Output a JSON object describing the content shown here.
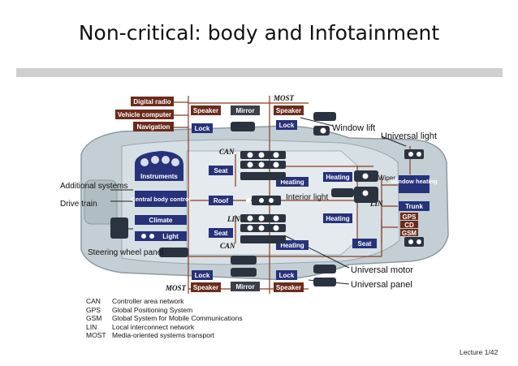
{
  "slide": {
    "title": "Non-critical: body and Infotainment",
    "footer": "Lecture 1/42"
  },
  "colors": {
    "navy": "#27327a",
    "brown": "#6b2b1c",
    "bus_line": "#8a3b22",
    "car_body": "#b9c6cc",
    "module_dark": "#2b3340",
    "orange": "#d36a2a"
  },
  "diagram": {
    "bus_labels": {
      "most_top": "MOST",
      "most_bottom": "MOST",
      "can_1": "CAN",
      "can_2": "CAN",
      "lin_1": "LIN",
      "lin_2": "LIN",
      "wiper": "Wiper"
    },
    "boxes": {
      "digital_radio": "Digital radio",
      "vehicle_computer": "Vehicle computer",
      "navigation": "Navigation",
      "speaker_1": "Speaker",
      "mirror_1": "Mirror",
      "speaker_2": "Speaker",
      "lock_1": "Lock",
      "lock_2": "Lock",
      "instruments": "Instruments",
      "seat_1": "Seat",
      "heating_1": "Heating",
      "heating_2": "Heating",
      "window_heating": "Window heating",
      "central_body_control": "Central body control",
      "roof": "Roof",
      "trunk": "Trunk",
      "climate": "Climate",
      "gps": "GPS",
      "cd": "CD",
      "gsm": "GSM",
      "heating_3": "Heating",
      "light": "Light",
      "seat_2": "Seat",
      "heating_4": "Heating",
      "seat_3": "Seat",
      "lock_3": "Lock",
      "lock_4": "Lock",
      "speaker_3": "Speaker",
      "mirror_2": "Mirror",
      "speaker_4": "Speaker"
    },
    "callouts": {
      "window_lift": "Window lift",
      "universal_light": "Universal light",
      "additional_systems": "Additional systems",
      "drive_train": "Drive train",
      "interior_light": "Interior light",
      "steering_wheel_panel": "Steering wheel panel",
      "universal_motor": "Universal motor",
      "universal_panel": "Universal panel"
    }
  },
  "legend": [
    {
      "abbr": "CAN",
      "text": "Controller area network"
    },
    {
      "abbr": "GPS",
      "text": "Global Positioning System"
    },
    {
      "abbr": "GSM",
      "text": "Global System for Mobile Communications"
    },
    {
      "abbr": "LIN",
      "text": "Local interconnect network"
    },
    {
      "abbr": "MOST",
      "text": "Media-oriented systems transport"
    }
  ]
}
